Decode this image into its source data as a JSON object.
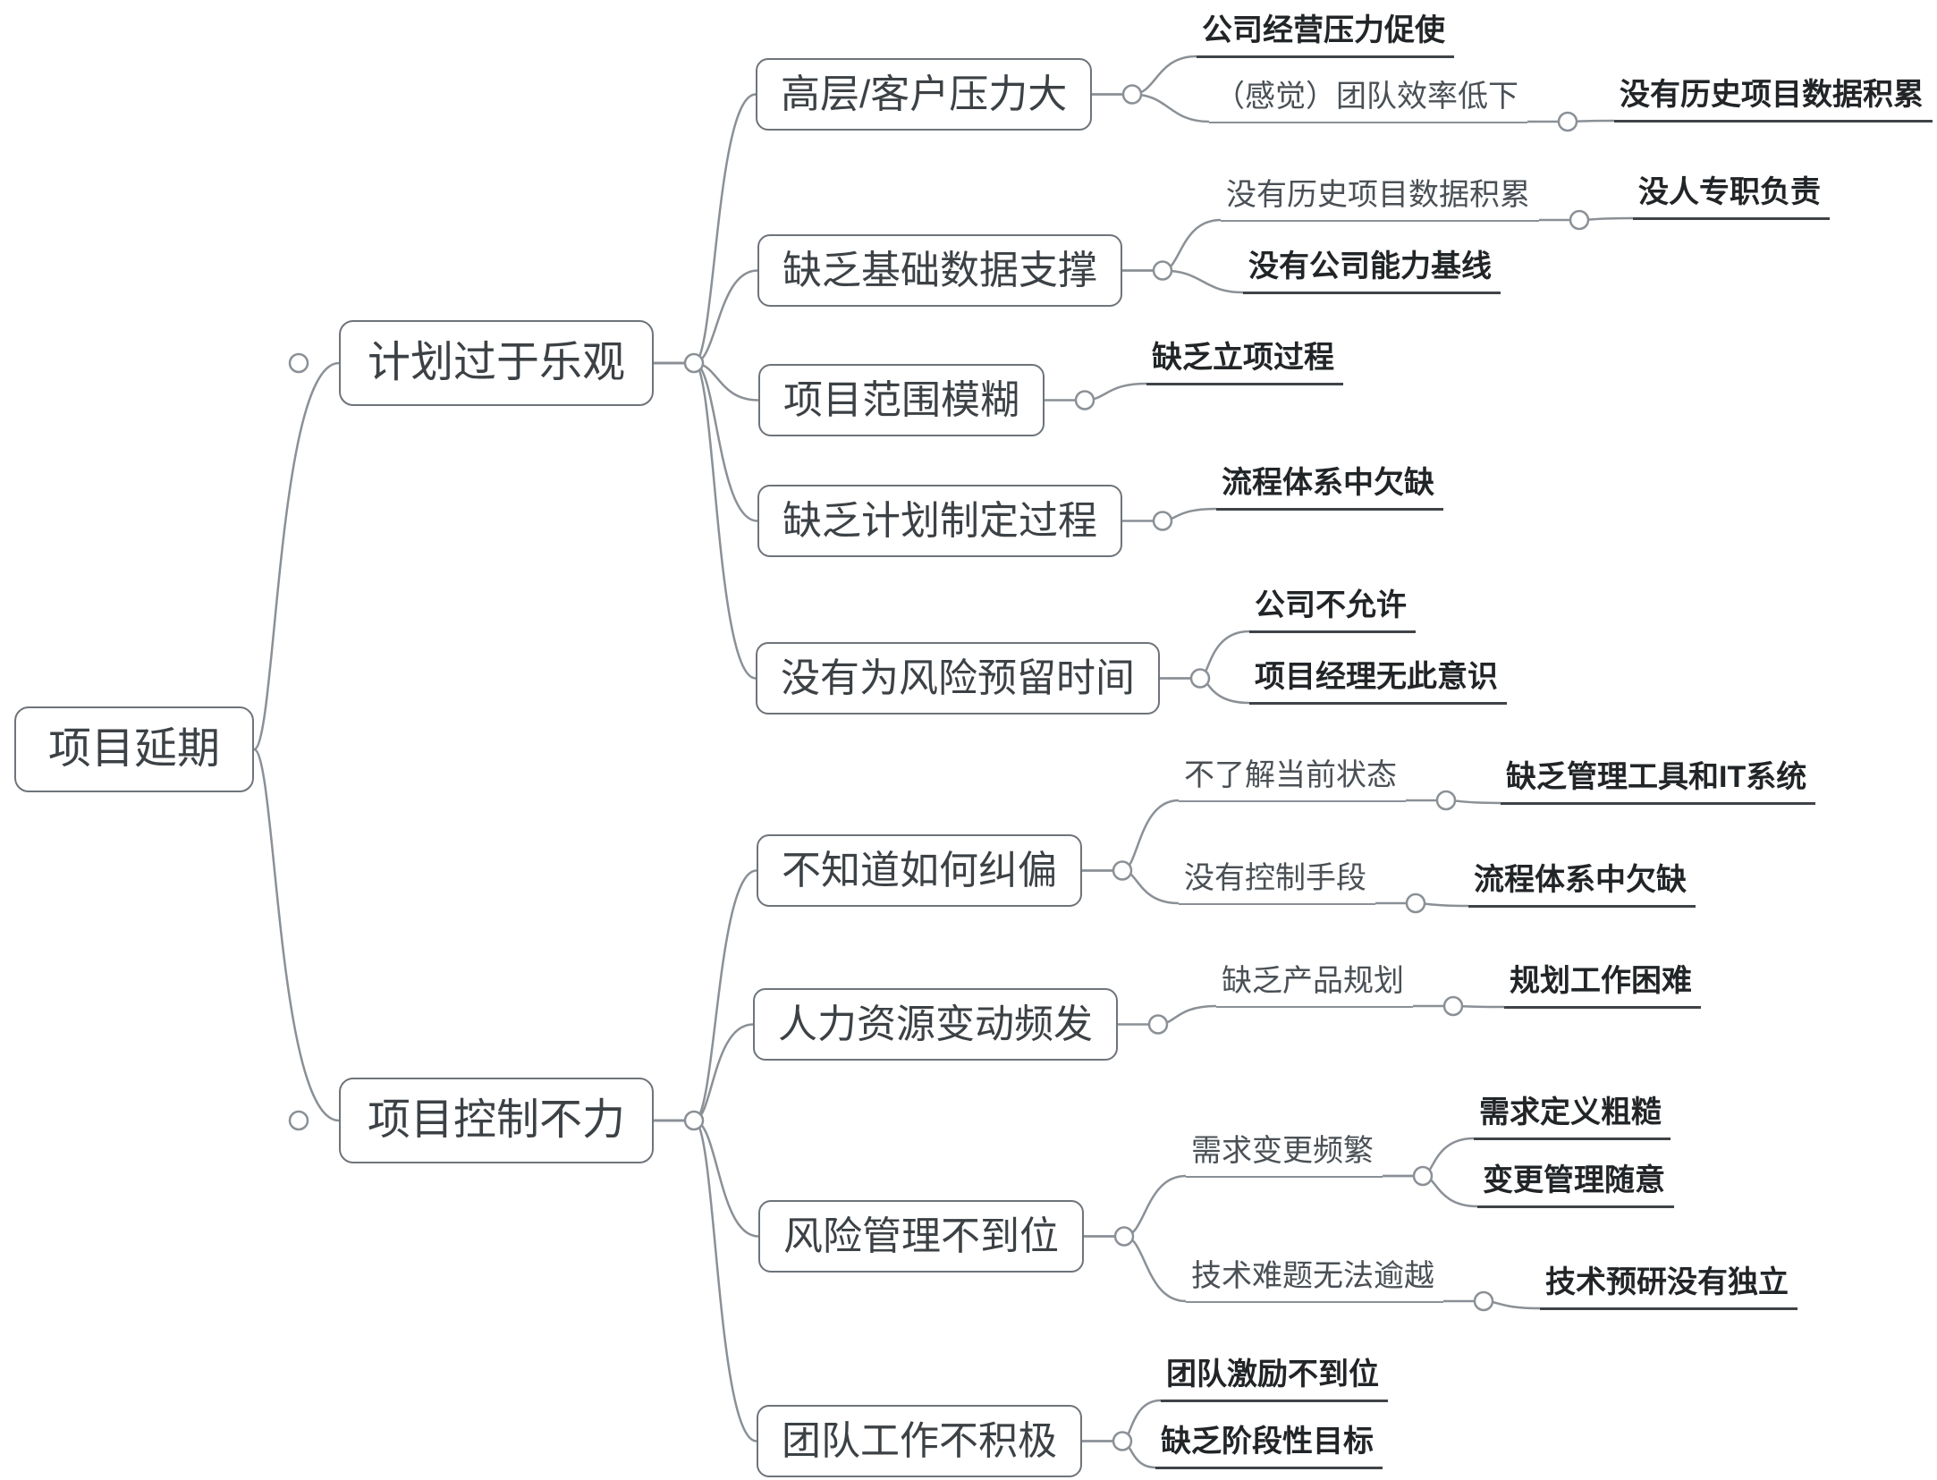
{
  "page": {
    "background": "#ffffff"
  },
  "mindmap": {
    "colors": {
      "line": "#8a9096",
      "box_border": "#6e747a",
      "box_text": "#3c4145",
      "bold_text": "#222527",
      "plain_text": "#4a5055"
    },
    "nodes": {
      "root": {
        "label": "项目延期",
        "type": "box"
      },
      "b1": {
        "label": "计划过于乐观",
        "type": "box"
      },
      "b1c1": {
        "label": "高层/客户压力大",
        "type": "box"
      },
      "b1c1g1": {
        "label": "公司经营压力促使",
        "type": "bold"
      },
      "b1c1g2": {
        "label": "（感觉）团队效率低下",
        "type": "plain"
      },
      "b1c1g2h1": {
        "label": "没有历史项目数据积累",
        "type": "bold"
      },
      "b1c2": {
        "label": "缺乏基础数据支撑",
        "type": "box"
      },
      "b1c2g1": {
        "label": "没有历史项目数据积累",
        "type": "plain"
      },
      "b1c2g1h1": {
        "label": "没人专职负责",
        "type": "bold"
      },
      "b1c2g2": {
        "label": "没有公司能力基线",
        "type": "bold"
      },
      "b1c3": {
        "label": "项目范围模糊",
        "type": "box"
      },
      "b1c3g1": {
        "label": "缺乏立项过程",
        "type": "bold"
      },
      "b1c4": {
        "label": "缺乏计划制定过程",
        "type": "box"
      },
      "b1c4g1": {
        "label": "流程体系中欠缺",
        "type": "bold"
      },
      "b1c5": {
        "label": "没有为风险预留时间",
        "type": "box"
      },
      "b1c5g1": {
        "label": "公司不允许",
        "type": "bold"
      },
      "b1c5g2": {
        "label": "项目经理无此意识",
        "type": "bold"
      },
      "b2": {
        "label": "项目控制不力",
        "type": "box"
      },
      "b2c1": {
        "label": "不知道如何纠偏",
        "type": "box"
      },
      "b2c1g1": {
        "label": "不了解当前状态",
        "type": "plain"
      },
      "b2c1g1h1": {
        "label": "缺乏管理工具和IT系统",
        "type": "bold"
      },
      "b2c1g2": {
        "label": "没有控制手段",
        "type": "plain"
      },
      "b2c1g2h1": {
        "label": "流程体系中欠缺",
        "type": "bold"
      },
      "b2c2": {
        "label": "人力资源变动频发",
        "type": "box"
      },
      "b2c2g1": {
        "label": "缺乏产品规划",
        "type": "plain"
      },
      "b2c2g1h1": {
        "label": "规划工作困难",
        "type": "bold"
      },
      "b2c3": {
        "label": "风险管理不到位",
        "type": "box"
      },
      "b2c3g1": {
        "label": "需求变更频繁",
        "type": "plain"
      },
      "b2c3g1h1": {
        "label": "需求定义粗糙",
        "type": "bold"
      },
      "b2c3g1h2": {
        "label": "变更管理随意",
        "type": "bold"
      },
      "b2c3g2": {
        "label": "技术难题无法逾越",
        "type": "plain"
      },
      "b2c3g2h1": {
        "label": "技术预研没有独立",
        "type": "bold"
      },
      "b2c4": {
        "label": "团队工作不积极",
        "type": "box"
      },
      "b2c4g1": {
        "label": "团队激励不到位",
        "type": "bold"
      },
      "b2c4g2": {
        "label": "缺乏阶段性目标",
        "type": "bold"
      }
    },
    "edges": [
      [
        "root",
        "b1"
      ],
      [
        "root",
        "b2"
      ],
      [
        "b1",
        "b1c1"
      ],
      [
        "b1",
        "b1c2"
      ],
      [
        "b1",
        "b1c3"
      ],
      [
        "b1",
        "b1c4"
      ],
      [
        "b1",
        "b1c5"
      ],
      [
        "b1c1",
        "b1c1g1"
      ],
      [
        "b1c1",
        "b1c1g2"
      ],
      [
        "b1c1g2",
        "b1c1g2h1"
      ],
      [
        "b1c2",
        "b1c2g1"
      ],
      [
        "b1c2",
        "b1c2g2"
      ],
      [
        "b1c2g1",
        "b1c2g1h1"
      ],
      [
        "b1c3",
        "b1c3g1"
      ],
      [
        "b1c4",
        "b1c4g1"
      ],
      [
        "b1c5",
        "b1c5g1"
      ],
      [
        "b1c5",
        "b1c5g2"
      ],
      [
        "b2",
        "b2c1"
      ],
      [
        "b2",
        "b2c2"
      ],
      [
        "b2",
        "b2c3"
      ],
      [
        "b2",
        "b2c4"
      ],
      [
        "b2c1",
        "b2c1g1"
      ],
      [
        "b2c1",
        "b2c1g2"
      ],
      [
        "b2c1g1",
        "b2c1g1h1"
      ],
      [
        "b2c1g2",
        "b2c1g2h1"
      ],
      [
        "b2c2",
        "b2c2g1"
      ],
      [
        "b2c2g1",
        "b2c2g1h1"
      ],
      [
        "b2c3",
        "b2c3g1"
      ],
      [
        "b2c3",
        "b2c3g2"
      ],
      [
        "b2c3g1",
        "b2c3g1h1"
      ],
      [
        "b2c3g1",
        "b2c3g1h2"
      ],
      [
        "b2c3g2",
        "b2c3g2h1"
      ],
      [
        "b2c4",
        "b2c4g1"
      ],
      [
        "b2c4",
        "b2c4g2"
      ]
    ]
  }
}
